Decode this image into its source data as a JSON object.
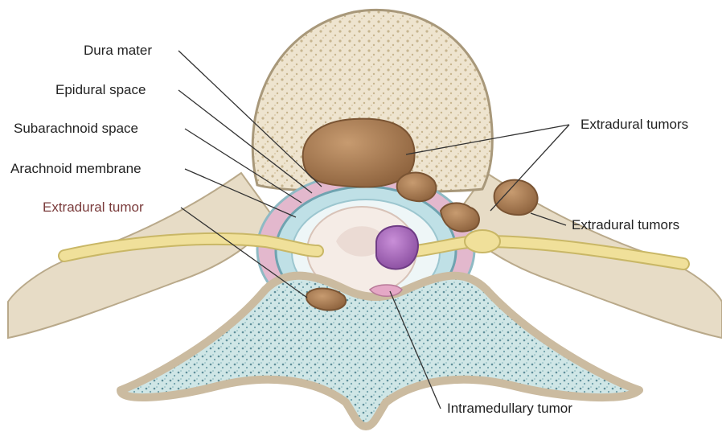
{
  "labels": {
    "dura_mater": "Dura mater",
    "epidural_space": "Epidural space",
    "subarachnoid_space": "Subarachnoid space",
    "arachnoid_membrane": "Arachnoid membrane",
    "extradural_tumor": "Extradural tumor",
    "extradural_tumors_top": "Extradural tumors",
    "extradural_tumors_right": "Extradural tumors",
    "intramedullary_tumor": "Intramedullary tumor"
  },
  "colors": {
    "text": "#222222",
    "highlight_label": "#7a3b3b",
    "bone": "#eee4cf",
    "bone_pores": "#c7b58f",
    "lamina_fill": "#cfe6e6",
    "lamina_pores": "#5f8f9a",
    "extradural_tumor": "#a57a52",
    "intramedullary_tumor": "#a56bb8",
    "nerve": "#f0e09a",
    "dura": "#9fcbd3",
    "epidural_fat": "#e3b8cd"
  }
}
